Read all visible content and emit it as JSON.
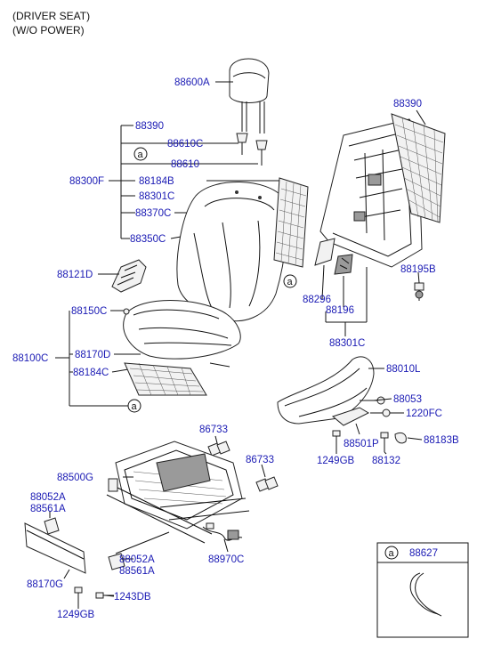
{
  "header": {
    "line1": "(DRIVER SEAT)",
    "line2": "(W/O POWER)"
  },
  "callout_marker": "a",
  "labels": {
    "headrest": "88600A",
    "back_group_top": "88390",
    "guide_a": "88610C",
    "guide_b": "88610",
    "back_assy": "88300F",
    "back_184": "88184B",
    "back_301": "88301C",
    "back_370": "88370C",
    "back_350": "88350C",
    "frame_390": "88390",
    "knob": "88121D",
    "cush_150": "88150C",
    "cush_assy": "88100C",
    "cush_170": "88170D",
    "cush_184": "88184C",
    "clip_296": "88296",
    "clip_196": "88196",
    "clip_301": "88301C",
    "bolt_195": "88195B",
    "side_shield": "88010L",
    "bolt_053": "88053",
    "screw_220": "1220FC",
    "cap_183": "88183B",
    "cover_501": "88501P",
    "bolt_249": "1249GB",
    "bolt_132": "88132",
    "nut_733_a": "86733",
    "nut_733_b": "86733",
    "track": "88500G",
    "cover_052a": "88052A",
    "cover_561a": "88561A",
    "cover_052b": "88052A",
    "cover_561b": "88561A",
    "harness": "88970C",
    "trim_170g": "88170G",
    "screw_243": "1243DB",
    "bolt_249b": "1249GB"
  },
  "inset": {
    "marker": "a",
    "part_no": "88627"
  }
}
